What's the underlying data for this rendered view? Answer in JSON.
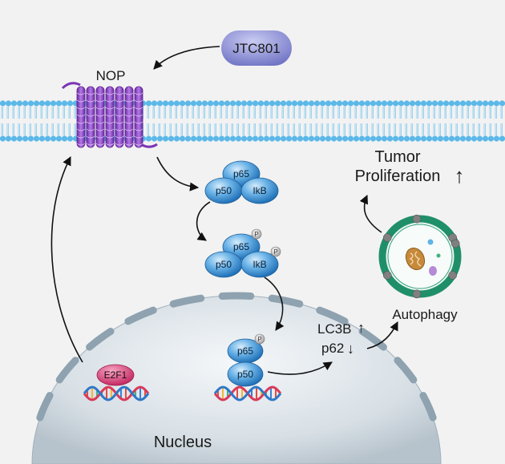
{
  "drug": "JTC801",
  "receptor": "NOP",
  "complex1": {
    "top": "p65",
    "left": "p50",
    "right": "IkB"
  },
  "complex2": {
    "top": "p65",
    "left": "p50",
    "right": "IkB",
    "phospho": "P"
  },
  "nuclear_complex": {
    "top": "p65",
    "bottom": "p50",
    "phospho": "P"
  },
  "transcription_factor": "E2F1",
  "nucleus_label": "Nucleus",
  "markers": {
    "lc3b": "LC3B",
    "p62": "p62",
    "up": "↑",
    "down": "↓"
  },
  "autophagy_label": "Autophagy",
  "outcome": {
    "line1": "Tumor",
    "line2": "Proliferation",
    "arrow": "↑"
  },
  "colors": {
    "background": "#f2f2f2",
    "membrane_head": "#5bb8e8",
    "membrane_tail": "#9ad3f0",
    "receptor": "#8b3fc4",
    "protein": "#2f89d1",
    "drug_pill": "#8a8ed6",
    "e2f1": "#d6336b",
    "autophagosome": "#1f8f6a",
    "nucleus": "#cfd8df"
  }
}
